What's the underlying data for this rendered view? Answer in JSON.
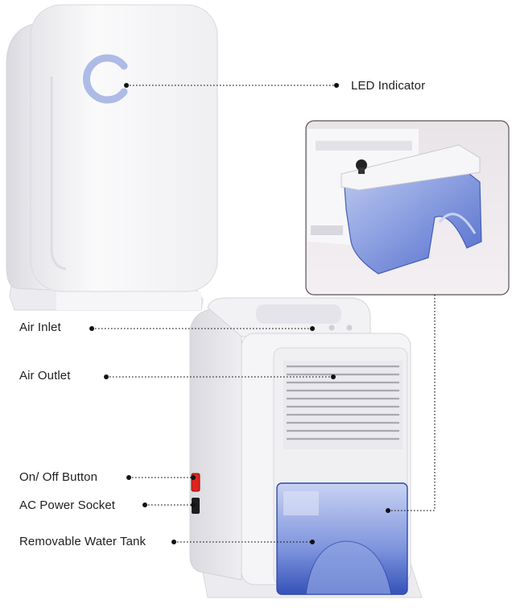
{
  "callouts": {
    "led": "LED Indicator",
    "air_inlet": "Air Inlet",
    "air_outlet": "Air Outlet",
    "on_off": "On/ Off Button",
    "ac_power": "AC Power Socket",
    "water_tank": "Removable Water Tank"
  },
  "colors": {
    "body": "#f4f4f6",
    "shadow": "#dcdce2",
    "led_ring": "#aebbe6",
    "tank_blue": "#3f5fc8",
    "switch_red": "#e0241c"
  }
}
